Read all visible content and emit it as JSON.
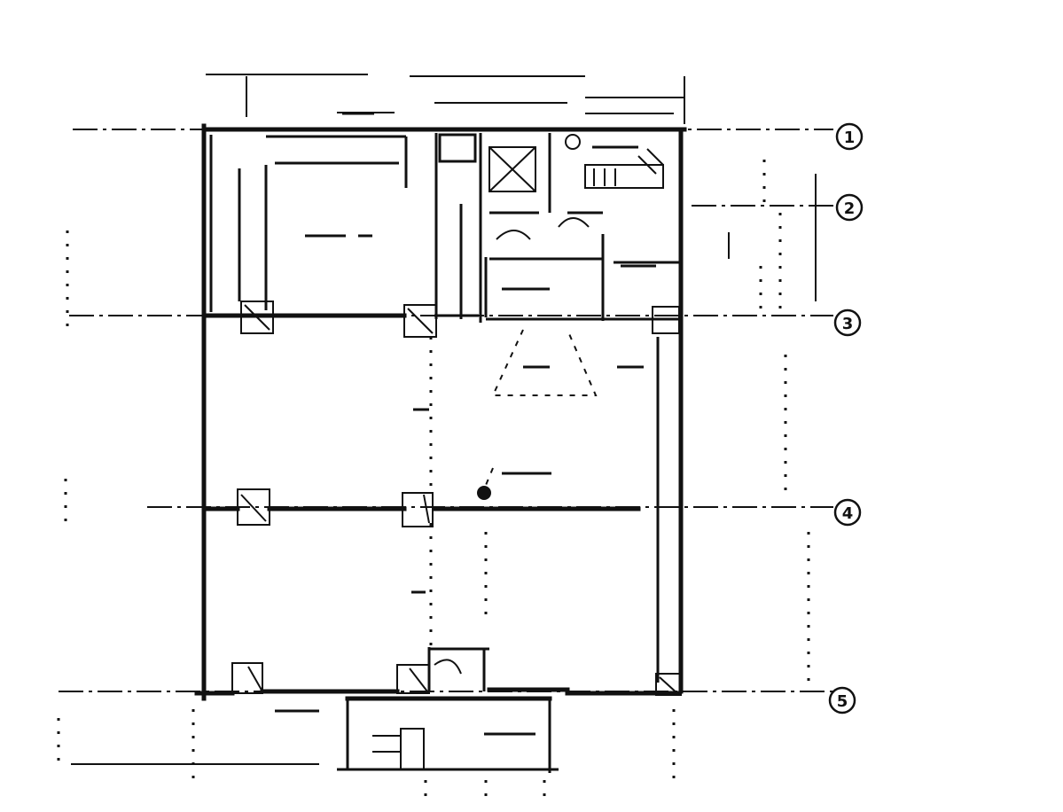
{
  "labels": {
    "grid_1": "1",
    "grid_2": "2",
    "grid_3": "3",
    "grid_4": "4",
    "grid_5": "5"
  },
  "colors": {
    "ink": "#111111",
    "paper": "#ffffff"
  }
}
